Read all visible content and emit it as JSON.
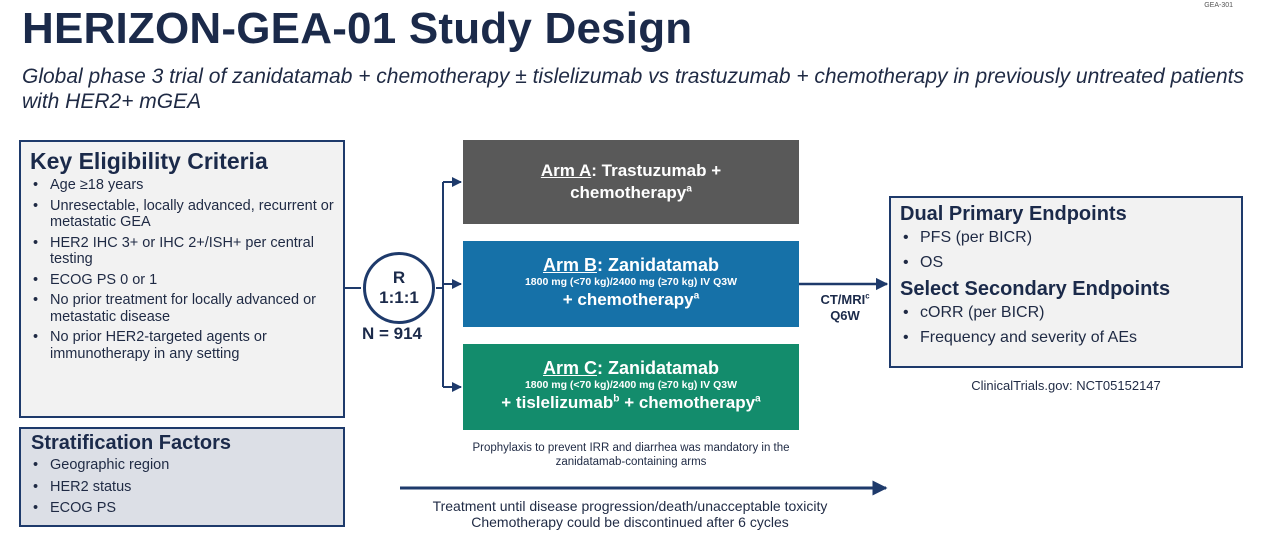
{
  "corner_tag": "GEA-301",
  "title": "HERIZON-GEA-01 Study Design",
  "subtitle": "Global phase 3 trial of zanidatamab + chemotherapy ± tislelizumab vs trastuzumab + chemotherapy in previously untreated patients with HER2+ mGEA",
  "eligibility": {
    "title": "Key Eligibility Criteria",
    "items": [
      "Age ≥18 years",
      "Unresectable, locally advanced, recurrent or metastatic GEA",
      "HER2 IHC 3+ or IHC 2+/ISH+ per central testing",
      "ECOG PS 0 or 1",
      "No prior treatment for locally advanced or metastatic disease",
      "No prior HER2-targeted agents or immunotherapy in any setting"
    ]
  },
  "stratification": {
    "title": "Stratification Factors",
    "items": [
      "Geographic region",
      "HER2 status",
      "ECOG PS"
    ]
  },
  "randomization": {
    "symbol": "R",
    "ratio": "1:1:1",
    "n_label": "N = 914"
  },
  "arms": {
    "a": {
      "label": "Arm A",
      "line1": ": Trastuzumab +",
      "line2": "chemotherapy",
      "sup": "a"
    },
    "b": {
      "label": "Arm B",
      "head": ": Zanidatamab",
      "dose": "1800 mg (<70 kg)/2400 mg (≥70 kg) IV Q3W",
      "tail": "+ chemotherapy",
      "sup": "a"
    },
    "c": {
      "label": "Arm C",
      "head": ": Zanidatamab",
      "dose": "1800 mg (<70 kg)/2400 mg (≥70 kg) IV Q3W",
      "tail1": "+ tislelizumab",
      "sup1": "b",
      "tail2": " + chemotherapy",
      "sup2": "a"
    }
  },
  "prophylaxis": "Prophylaxis to prevent IRR and diarrhea was mandatory in the zanidatamab-containing arms",
  "assessment": {
    "line1": "CT/MRI",
    "sup": "c",
    "line2": "Q6W"
  },
  "endpoints": {
    "primary_title": "Dual Primary Endpoints",
    "primary": [
      "PFS (per BICR)",
      "OS"
    ],
    "secondary_title": "Select Secondary Endpoints",
    "secondary": [
      "cORR (per BICR)",
      "Frequency and severity of AEs"
    ]
  },
  "registry": "ClinicalTrials.gov: NCT05152147",
  "treatment": {
    "line1": "Treatment until disease progression/death/unacceptable toxicity",
    "line2": "Chemotherapy could be discontinued after 6 cycles"
  },
  "colors": {
    "navy": "#1e3a6b",
    "arm_a": "#595959",
    "arm_b": "#1671a8",
    "arm_c": "#138c6c"
  }
}
